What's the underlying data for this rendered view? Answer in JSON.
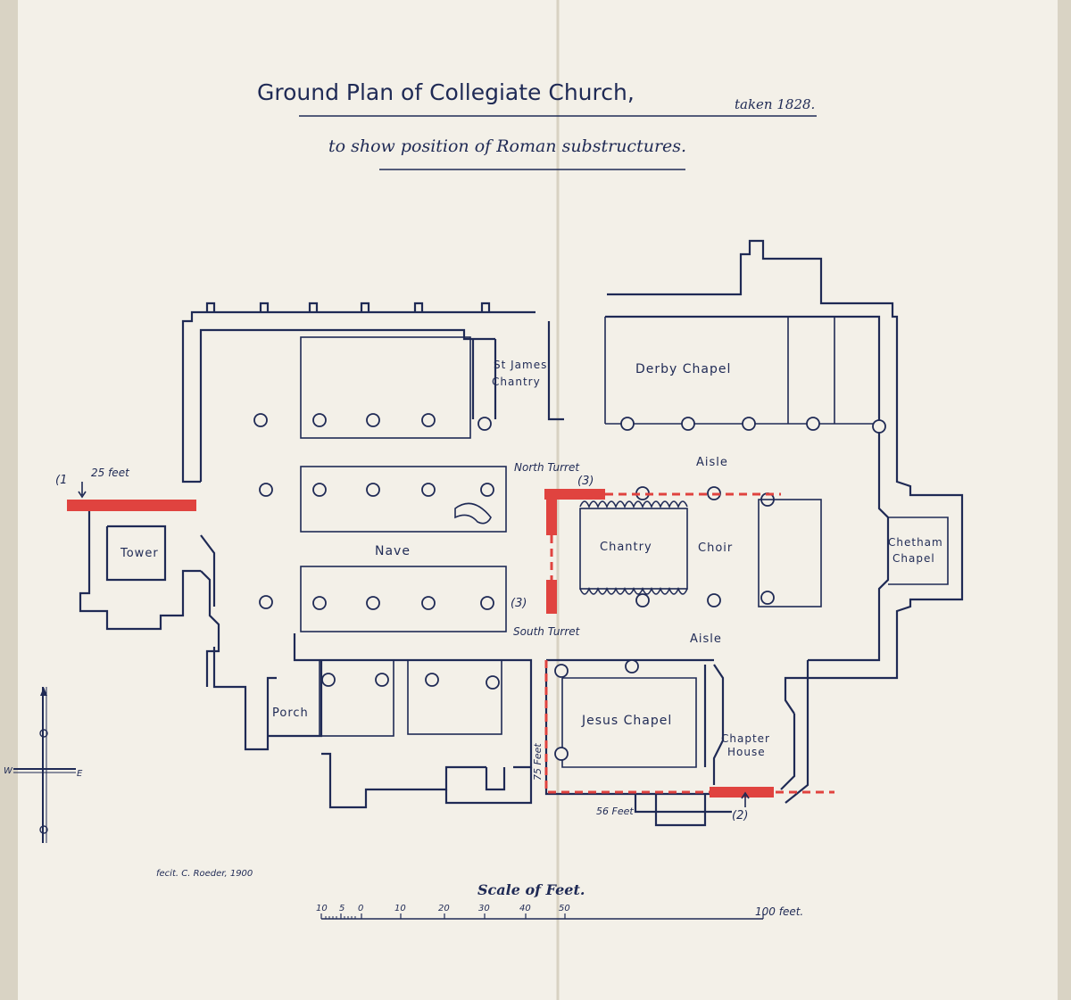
{
  "title": {
    "main": "Ground Plan of Collegiate Church,",
    "taken": "taken 1828.",
    "subtitle": "to show position of Roman substructures."
  },
  "rooms": {
    "tower": "Tower",
    "nave": "Nave",
    "porch": "Porch",
    "st_james": "St James'",
    "chantry_sj": "Chantry",
    "derby_chapel": "Derby Chapel",
    "aisle_north": "Aisle",
    "aisle_south": "Aisle",
    "chantry": "Chantry",
    "choir": "Choir",
    "jesus_chapel": "Jesus Chapel",
    "chapter_house_1": "Chapter",
    "chapter_house_2": "House",
    "chetham_1": "Chetham",
    "chetham_2": "Chapel"
  },
  "annotations": {
    "north_turret": "North Turret",
    "south_turret": "South Turret",
    "marker_1": "(1",
    "marker_2": "(2)",
    "marker_3_north": "(3)",
    "marker_3_south": "(3)",
    "dim_25": "25 feet",
    "dim_75": "75 Feet",
    "dim_56": "56 Feet"
  },
  "compass": {
    "west": "W",
    "east": "E"
  },
  "credit": "fecit. C. Roeder, 1900",
  "scale": {
    "title": "Scale of Feet.",
    "ticks": [
      "10",
      "5",
      "0",
      "10",
      "20",
      "30",
      "40",
      "50"
    ],
    "end": "100 feet."
  },
  "colors": {
    "paper": "#f3f0e8",
    "ink": "#1f2a55",
    "roman": "#e0433f"
  }
}
